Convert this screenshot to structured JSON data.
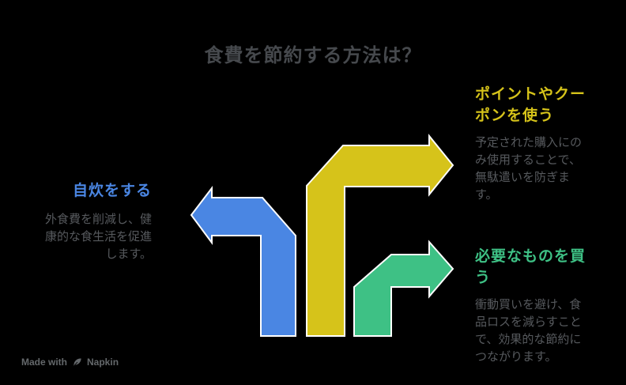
{
  "page": {
    "title": "食費を節約する方法は？",
    "background": "#000000"
  },
  "sections": {
    "cook": {
      "heading": "自炊をする",
      "body": "外食費を削減し、健\n康的な食生活を促進\nします。",
      "color": "#4a86e3",
      "arrow_direction": "up-then-left"
    },
    "coupons": {
      "heading": "ポイントやクー\nポンを使う",
      "body": "予定された購入にの\nみ使用することで、\n無駄遣いを防ぎま\nす。",
      "color": "#d6c31a",
      "arrow_direction": "up-then-right"
    },
    "necessities": {
      "heading": "必要なものを買\nう",
      "body": "衝動買いを避け、食\n品ロスを減らすこと\nで、効果的な節約に\nつながります。",
      "color": "#3ec185",
      "arrow_direction": "up-then-right"
    }
  },
  "footer": {
    "made_with_label": "Made with",
    "brand": "Napkin",
    "icon": "napkin-pen-icon"
  },
  "colors": {
    "title_text": "#46494d",
    "body_text": "#56595d",
    "footer_text": "#64686b",
    "arrow_outline": "#ffffff"
  }
}
